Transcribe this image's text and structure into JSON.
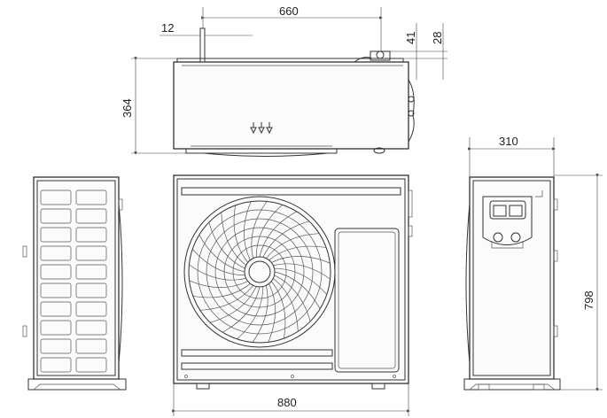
{
  "dimensions": {
    "top_width": "660",
    "pipe_offset": "12",
    "valve_offset_1": "41",
    "valve_offset_2": "28",
    "top_depth": "364",
    "side_depth": "310",
    "height": "798",
    "front_width": "880"
  },
  "colors": {
    "stroke": "#222222",
    "background": "#ffffff"
  }
}
